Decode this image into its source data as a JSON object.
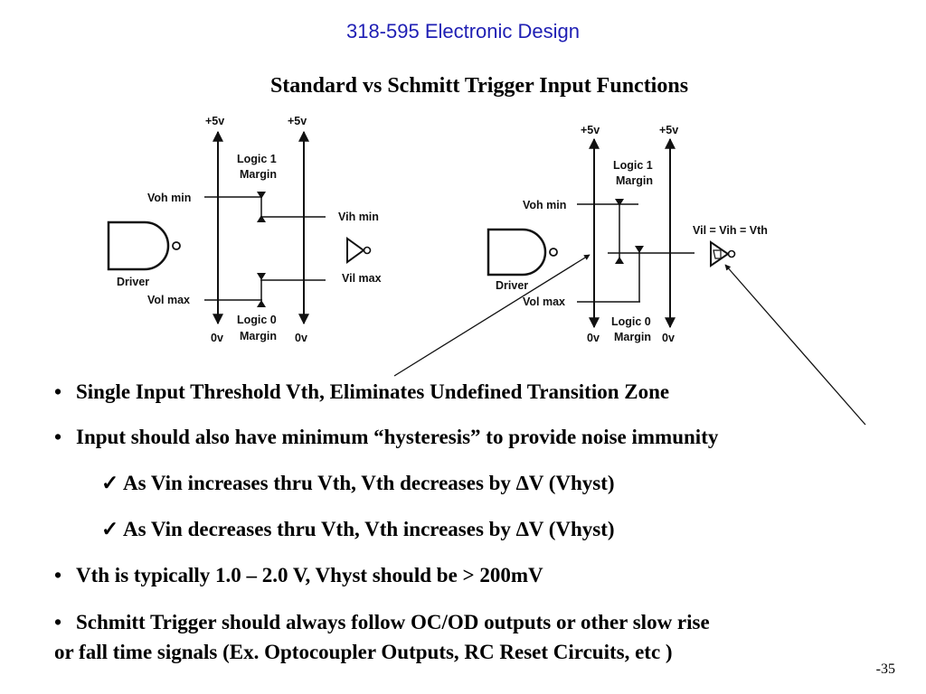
{
  "header": {
    "course": "318-595 Electronic Design"
  },
  "slide": {
    "title": "Standard vs Schmitt Trigger Input Functions"
  },
  "diagram_left": {
    "supply_left": "+5v",
    "supply_right": "+5v",
    "ground_left": "0v",
    "ground_right": "0v",
    "logic1": [
      "Logic 1",
      "Margin"
    ],
    "logic0": [
      "Logic 0",
      "Margin"
    ],
    "voh": "Voh min",
    "vol": "Vol max",
    "vih": "Vih min",
    "vil": "Vil max",
    "driver": "Driver"
  },
  "diagram_right": {
    "supply_left": "+5v",
    "supply_right": "+5v",
    "ground_left": "0v",
    "ground_right": "0v",
    "logic1": [
      "Logic 1",
      "Margin"
    ],
    "logic0": [
      "Logic 0",
      "Margin"
    ],
    "voh": "Voh min",
    "vol": "Vol max",
    "threshold": "Vil = Vih = Vth",
    "driver": "Driver"
  },
  "bullets": [
    {
      "marker": "•",
      "text": "Single Input Threshold Vth, Eliminates Undefined Transition Zone"
    },
    {
      "marker": "•",
      "text": "Input should also have minimum “hysteresis” to provide noise immunity"
    },
    {
      "marker": "✓",
      "text": "As Vin increases thru Vth, Vth decreases by ∆V (Vhyst)"
    },
    {
      "marker": "✓",
      "text": "As Vin decreases thru Vth, Vth increases by ∆V (Vhyst)"
    },
    {
      "marker": "•",
      "text": "Vth is typically 1.0 – 2.0 V, Vhyst should be > 200mV"
    },
    {
      "marker": "•",
      "text": "Schmitt Trigger should always follow OC/OD outputs or other slow rise"
    },
    {
      "marker": "",
      "text": "or fall time signals (Ex.  Optocoupler Outputs, RC Reset Circuits, etc )"
    }
  ],
  "footer": {
    "page": "-35"
  }
}
